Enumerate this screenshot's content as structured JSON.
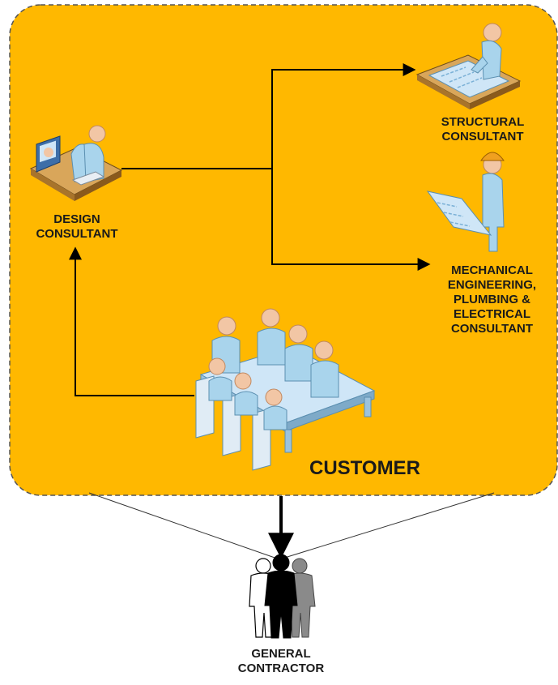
{
  "nodes": {
    "design_consultant": {
      "line1": "DESIGN",
      "line2": "CONSULTANT"
    },
    "structural_consultant": {
      "line1": "STRUCTURAL",
      "line2": "CONSULTANT"
    },
    "mep_consultant": {
      "line1": "MECHANICAL",
      "line2": "ENGINEERING,",
      "line3": "PLUMBING &",
      "line4": "ELECTRICAL",
      "line5": "CONSULTANT"
    },
    "customer": {
      "label": "CUSTOMER"
    },
    "general_contractor": {
      "line1": "GENERAL",
      "line2": "CONTRACTOR"
    }
  },
  "colors": {
    "boundary_fill": "#FFB800",
    "boundary_stroke": "#555555",
    "connector": "#000000",
    "person_body": "#A9D4EC",
    "person_skin": "#F2C6A5"
  },
  "icons": {
    "design": "person-at-computer-icon",
    "structural": "person-at-drafting-table-icon",
    "mep": "engineer-with-blueprint-icon",
    "customer": "meeting-table-group-icon",
    "contractor": "group-silhouette-icon"
  }
}
